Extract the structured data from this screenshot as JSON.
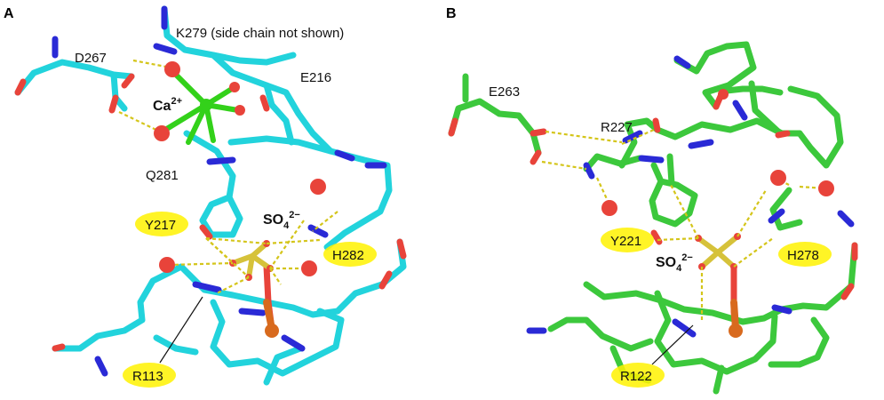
{
  "panels": [
    {
      "letter": "A",
      "residue_color": "#22d3dc",
      "labels": {
        "k279": "K279 (side chain not shown)",
        "d267": "D267",
        "e216": "E216",
        "ca": "Ca",
        "ca_sup": "2+",
        "q281": "Q281",
        "y217": "Y217",
        "so4": "SO",
        "so4_sub": "4",
        "so4_sup": "2−",
        "h282": "H282",
        "r113": "R113"
      }
    },
    {
      "letter": "B",
      "residue_color": "#3cc83c",
      "labels": {
        "e263": "E263",
        "r227": "R227",
        "y221": "Y221",
        "so4": "SO",
        "so4_sub": "4",
        "so4_sup": "2−",
        "h278": "H278",
        "r122": "R122"
      }
    }
  ],
  "atom_colors": {
    "oxygen": "#e8433a",
    "nitrogen": "#2a2ad6",
    "sulfur": "#d6c23a",
    "iron": "#d86a1e",
    "calcium": "#33d11a",
    "hbond": "#d4c51a",
    "highlight": "#fff200"
  },
  "icons": [
    "stick-model-icon"
  ]
}
